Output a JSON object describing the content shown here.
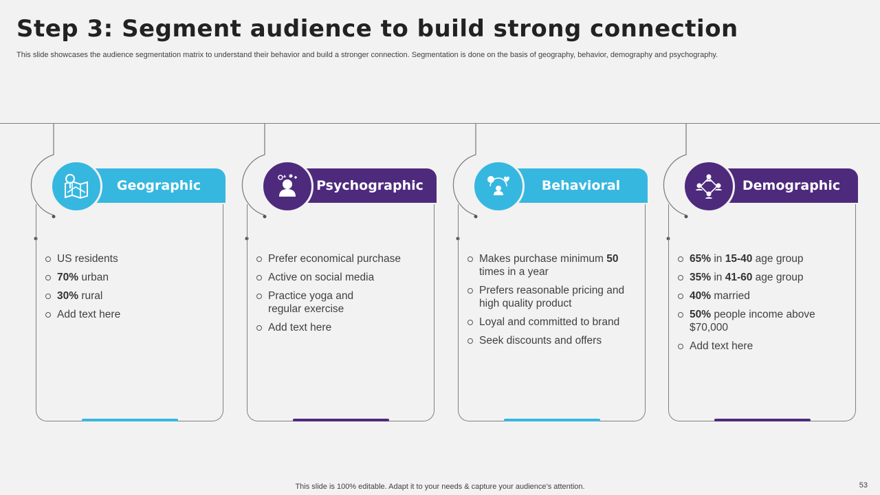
{
  "title": "Step 3: Segment audience to build strong connection",
  "subtitle": "This slide showcases the audience segmentation matrix to understand their behavior and build a stronger connection. Segmentation is done on the basis of geography, behavior, demography and psychography.",
  "colors": {
    "blue": "#36b7e0",
    "purple": "#4e2a7d",
    "line": "#7f7f7f",
    "background": "#f2f2f2"
  },
  "columns": [
    {
      "heading": "Geographic",
      "icon": "map-pin-icon",
      "color": "blue",
      "bullets": [
        {
          "strong": "",
          "text": "US residents"
        },
        {
          "strong": "70%",
          "text": " urban"
        },
        {
          "strong": "30%",
          "text": " rural"
        },
        {
          "strong": "",
          "text": "Add text here"
        }
      ]
    },
    {
      "heading": "Psychographic",
      "icon": "person-mind-icon",
      "color": "purple",
      "bullets": [
        {
          "strong": "",
          "text": "Prefer economical purchase"
        },
        {
          "strong": "",
          "text": "Active on social media"
        },
        {
          "strong": "",
          "text": "Practice yoga and regular exercise"
        },
        {
          "strong": "",
          "text": "Add text here"
        }
      ]
    },
    {
      "heading": "Behavioral",
      "icon": "user-feedback-icon",
      "color": "blue",
      "bullets": [
        {
          "strong": "",
          "text": "Makes purchase minimum ",
          "strong2": "50",
          "text2": " times in a year"
        },
        {
          "strong": "",
          "text": "Prefers reasonable pricing and high quality product"
        },
        {
          "strong": "",
          "text": "Loyal and committed to brand"
        },
        {
          "strong": "",
          "text": "Seek discounts and offers"
        }
      ]
    },
    {
      "heading": "Demographic",
      "icon": "people-network-icon",
      "color": "purple",
      "bullets": [
        {
          "strong": "65%",
          "text": " in ",
          "strong2": "15-40",
          "text2": " age group"
        },
        {
          "strong": "35%",
          "text": " in ",
          "strong2": "41-60",
          "text2": " age group"
        },
        {
          "strong": "40%",
          "text": " married"
        },
        {
          "strong": "50%",
          "text": " people income above $70,000"
        },
        {
          "strong": "",
          "text": "Add text here"
        }
      ]
    }
  ],
  "footer": "This slide is 100% editable. Adapt it to your needs & capture your audience’s attention.",
  "page_number": "53"
}
